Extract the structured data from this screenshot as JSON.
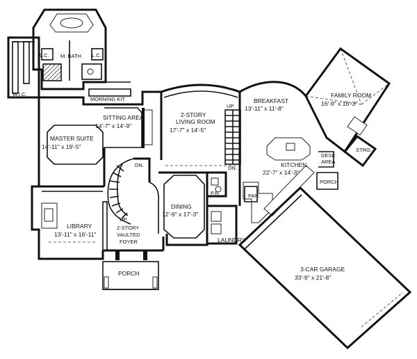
{
  "rooms": {
    "m_bath": "M. BATH",
    "lc_left": "L.C.",
    "lc_right": "L.C.",
    "wic": "W.I.C.",
    "morning_kit": "MORNING KIT.",
    "sitting_area": {
      "name": "SITTING AREA",
      "dims": "14'-7\" x 14'-9\""
    },
    "master_suite": {
      "name": "MASTER SUITE",
      "dims": "14'-11\" x 19'-5\""
    },
    "living_room": {
      "name1": "2-STORY",
      "name2": "LIVING ROOM",
      "dims": "17'-7\" x 14'-5\""
    },
    "breakfast": {
      "name": "BREAKFAST",
      "dims": "13'-11\" x 11'-8\""
    },
    "family_room": {
      "name": "FAMILY ROOM",
      "dims": "16'-9\" x 16'-3\""
    },
    "strg": "STRG.",
    "desk_area": {
      "line1": "DESK",
      "line2": "AREA"
    },
    "kitchen": {
      "name": "KITCHEN",
      "dims": "22'-7\" x 14'-3\""
    },
    "porch_right": "PORCH",
    "pan": "PAN.",
    "pr": "P.R.",
    "dining": {
      "name": "DINING",
      "dims": "12'-9\" x 17'-3\""
    },
    "laundry": "LAUNDRY",
    "library": {
      "name": "LIBRARY",
      "dims": "13'-11\" x 16'-11\""
    },
    "foyer": {
      "line1": "2-STORY",
      "line2": "VAULTED",
      "line3": "FOYER"
    },
    "porch_front": "PORCH",
    "garage": {
      "name": "3-CAR GARAGE",
      "dims": "33'-9\" x 21'-8\""
    }
  },
  "stairs": {
    "up_main": "UP",
    "dn_main": "DN.",
    "dn_foyer": "DN.",
    "up_foyer": "UP."
  }
}
